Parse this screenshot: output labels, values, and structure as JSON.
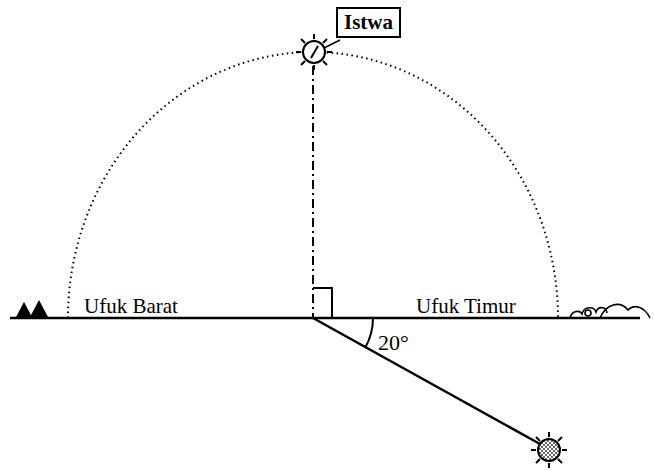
{
  "diagram": {
    "nodes": [
      {
        "text": [
          "Istwa"
        ]
      }
    ],
    "labels": [
      "Ufuk Barat",
      "Ufuk Timur",
      "20°"
    ]
  }
}
